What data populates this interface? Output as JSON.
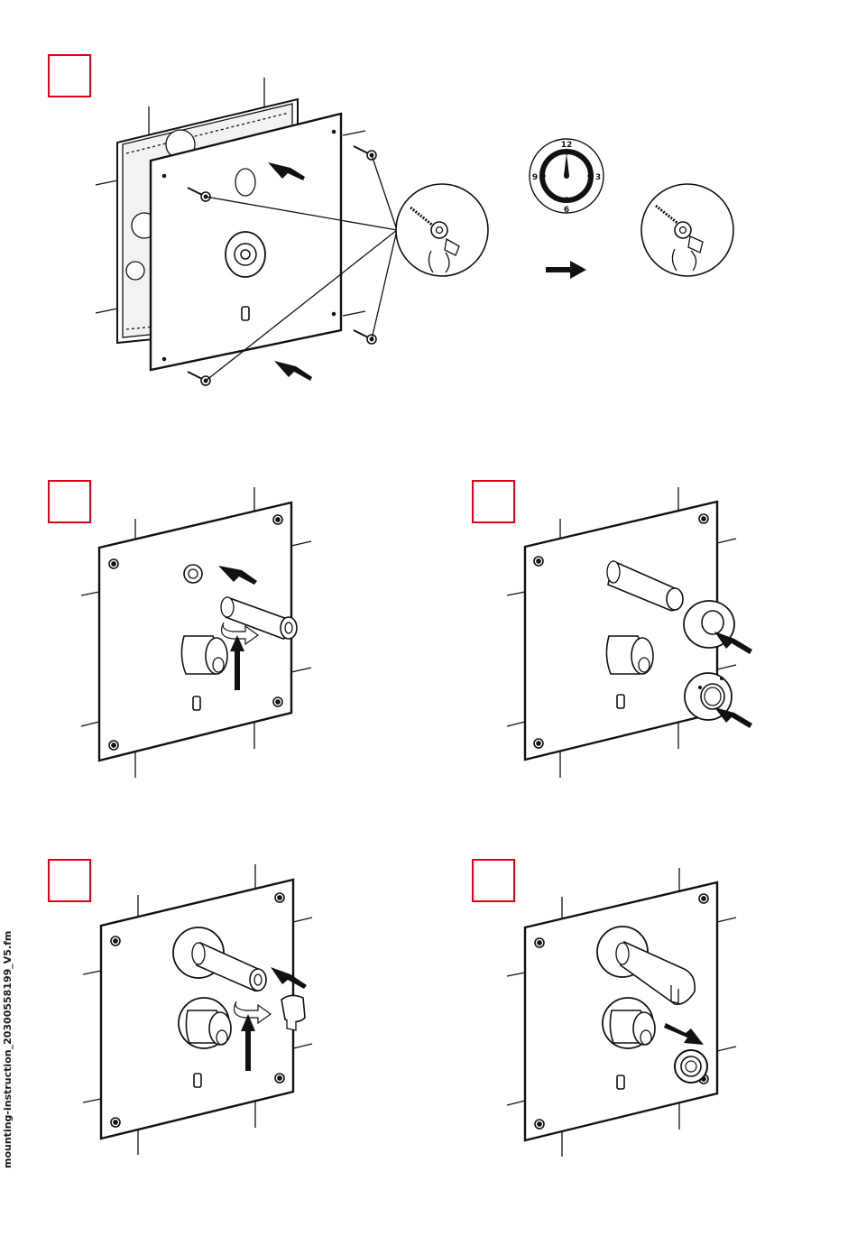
{
  "document": {
    "footer_filename": "mounting-instruction_20300558199_V5.fm"
  },
  "clock": {
    "n12": "12",
    "n3": "3",
    "n6": "6",
    "n9": "9"
  },
  "colors": {
    "step_box_border": "#e3001b",
    "line": "#1a1a1a"
  },
  "icons": [
    "arrow-icon",
    "screw-icon",
    "clock-icon",
    "turn-arrow-icon"
  ]
}
